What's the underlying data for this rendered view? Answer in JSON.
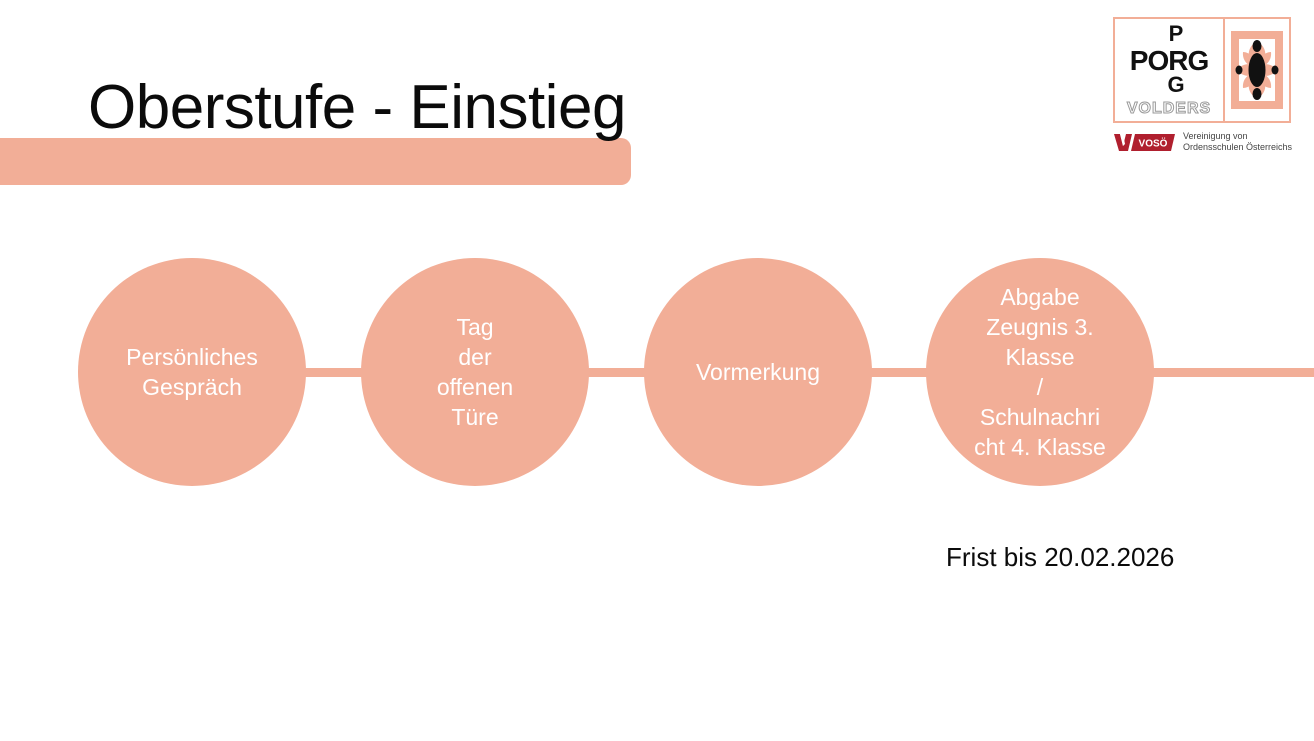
{
  "slide": {
    "title": "Oberstufe - Einstieg",
    "background_color": "#ffffff",
    "accent_color": "#F2AE97",
    "text_on_accent_color": "#ffffff",
    "body_text_color": "#0b0b0b"
  },
  "flow": {
    "steps": [
      {
        "id": "step-1",
        "label": "Persönliches\nGespräch"
      },
      {
        "id": "step-2",
        "label": "Tag\nder\noffenen\nTüre"
      },
      {
        "id": "step-3",
        "label": "Vormerkung"
      },
      {
        "id": "step-4",
        "label": "Abgabe\nZeugnis 3.\nKlasse\n/\nSchulnachri\ncht 4. Klasse"
      }
    ]
  },
  "deadline": {
    "text": "Frist bis 20.02.2026"
  },
  "logo": {
    "p_top": "P",
    "porg": "PORG",
    "g_bottom": "G",
    "volders": "VOLDERS",
    "emblem_icon": "rosette-ornament-icon",
    "border_color": "#F2AE97"
  },
  "voso": {
    "badge_text": "VOSÖ",
    "badge_color": "#B01F2E",
    "mark_icon": "voso-w-mark-icon",
    "description": "Vereinigung von\nOrdensschulen Österreichs"
  }
}
